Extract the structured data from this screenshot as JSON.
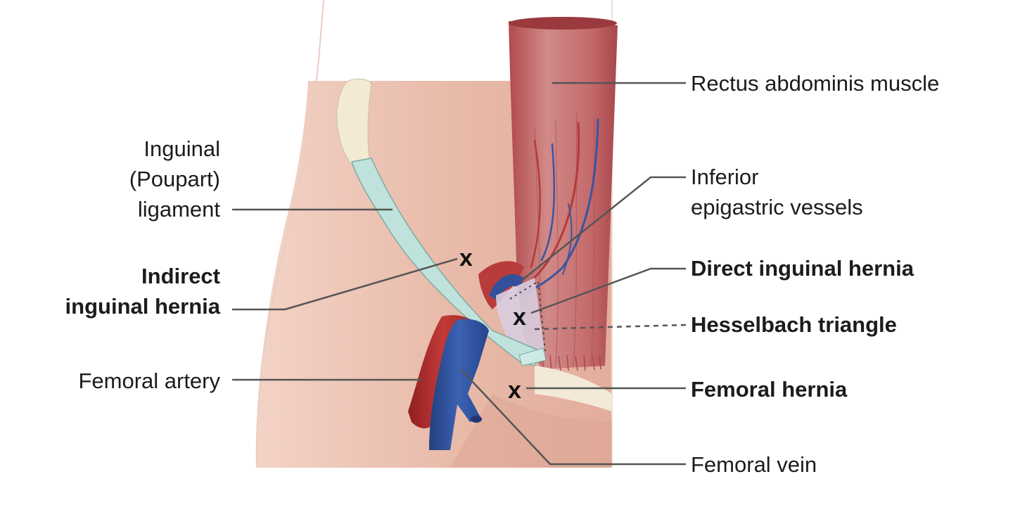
{
  "labels": {
    "rectus": "Rectus abdominis muscle",
    "inguinal_ligament": [
      "Inguinal",
      "(Poupart)",
      "ligament"
    ],
    "inferior_epigastric": [
      "Inferior",
      "epigastric vessels"
    ],
    "direct_hernia": "Direct inguinal hernia",
    "indirect_hernia": [
      "Indirect",
      "inguinal hernia"
    ],
    "hesselbach": "Hesselbach triangle",
    "femoral_artery": "Femoral artery",
    "femoral_hernia": "Femoral hernia",
    "femoral_vein": "Femoral vein"
  },
  "markers": {
    "symbol": "x"
  },
  "colors": {
    "skin": "#ecc2b3",
    "muscle": "#c4676a",
    "ligament": "#bfe3dc",
    "artery": "#b52b2b",
    "vein": "#2f4f9a",
    "leader": "#555555"
  }
}
